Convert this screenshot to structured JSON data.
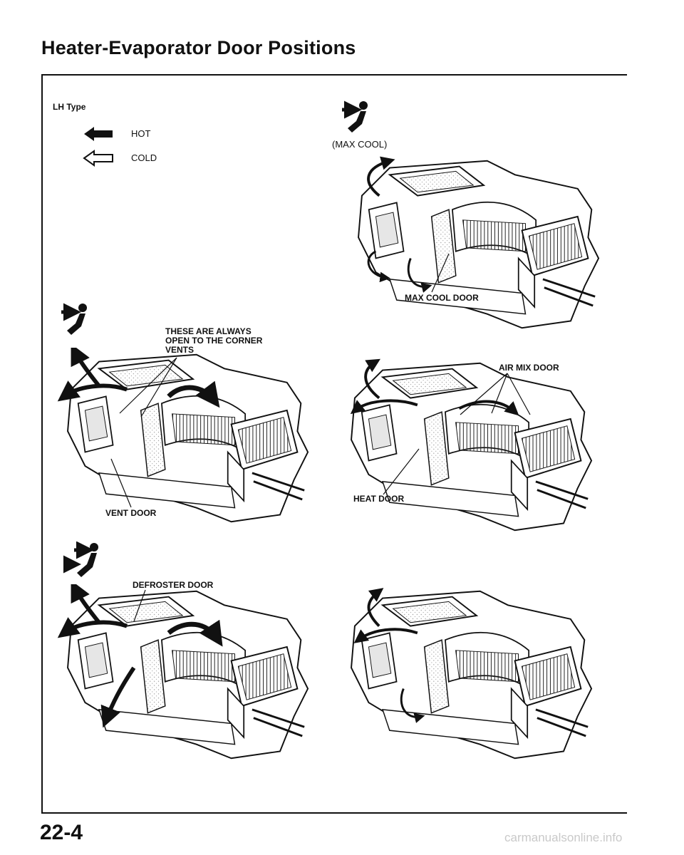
{
  "page": {
    "title": "Heater-Evaporator Door Positions",
    "page_number": "22-4",
    "footer_url": "carmanualsonline.info"
  },
  "legend": {
    "type_label": "LH Type",
    "hot_label": "HOT",
    "cold_label": "COLD"
  },
  "panels": {
    "max_cool": {
      "mode_label": "(MAX COOL)",
      "door_label": "MAX COOL DOOR"
    },
    "vent": {
      "note_lines": [
        "THESE ARE ALWAYS",
        "OPEN TO THE CORNER",
        "VENTS"
      ],
      "door_label": "VENT DOOR"
    },
    "heat": {
      "air_mix_label": "AIR MIX DOOR",
      "door_label": "HEAT DOOR"
    },
    "defrost": {
      "door_label": "DEFROSTER DOOR"
    }
  },
  "colors": {
    "ink": "#111111",
    "stipple": "#9a9a9a",
    "footer": "#c9c9c9"
  },
  "icons": [
    "vent-mode-icon",
    "hot-arrow-icon",
    "cold-arrow-icon",
    "bilevel-mode-icon"
  ]
}
